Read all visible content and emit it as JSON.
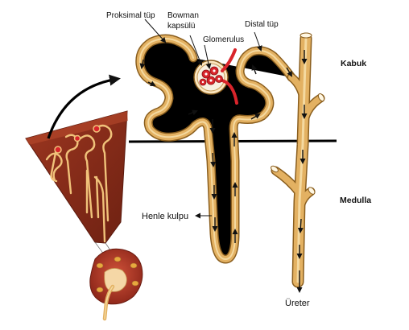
{
  "labels": {
    "proximal": "Proksimal tüp",
    "bowman_line1": "Bowman",
    "bowman_line2": "kapsülü",
    "glomerulus": "Glomerulus",
    "distal": "Distal tüp",
    "cortex": "Kabuk",
    "medulla": "Medulla",
    "henle": "Henle kulpu",
    "ureter": "Üreter"
  },
  "colors": {
    "tube": "#e3b162",
    "tube_outline": "#8a5e1e",
    "blood": "#d9242b",
    "tissue": "#8b2e1c",
    "kidney": "#b83a25",
    "boundary": "#000000"
  }
}
